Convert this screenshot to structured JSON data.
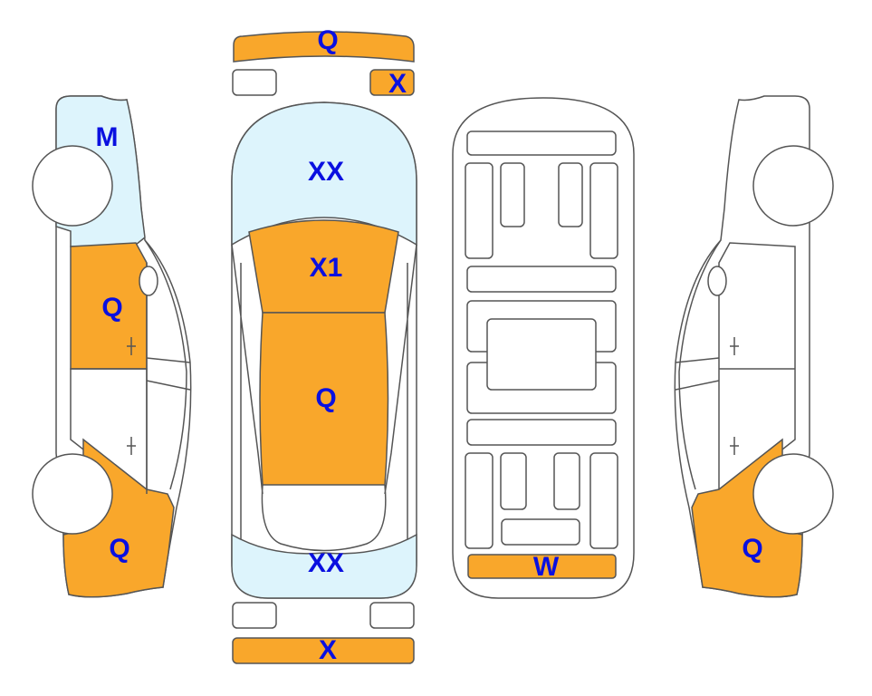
{
  "colors": {
    "damage": "#F9A72B",
    "light": "#DDF4FC",
    "label": "#0A10E0"
  },
  "left_side": {
    "front_fender": "M",
    "front_door": "Q",
    "rear_quarter": "Q"
  },
  "top_view": {
    "front_bumper": "Q",
    "right_headlight": "X",
    "hood": "XX",
    "windshield": "X1",
    "roof": "Q",
    "trunk": "XX",
    "rear_bumper": "X"
  },
  "underside": {
    "rear_panel": "W"
  },
  "right_side": {
    "rear_quarter": "Q"
  }
}
